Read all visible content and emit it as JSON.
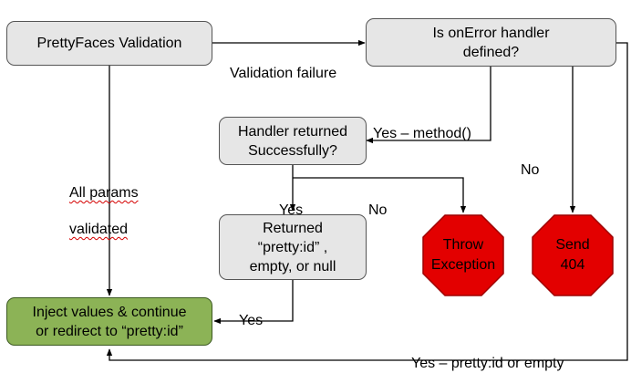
{
  "nodes": {
    "validation": "PrettyFaces Validation",
    "onerror_check": "Is onError handler\ndefined?",
    "handler_returned": "Handler returned\nSuccessfully?",
    "returned_value": "Returned\n“pretty:id” ,\nempty, or null",
    "inject": "Inject values & continue\nor redirect to “pretty:id”",
    "throw_exception": "Throw\nException",
    "send_404": "Send\n404"
  },
  "edge_labels": {
    "validation_failure": "Validation failure",
    "all_params_line1": "All params",
    "all_params_line2": "validated",
    "yes_method": "Yes – method()",
    "no_handler": "No",
    "yes_success": "Yes",
    "no_success": "No",
    "yes_returned": "Yes",
    "yes_prettyid": "Yes – pretty:id or empty"
  },
  "colors": {
    "process_fill": "#e6e6e6",
    "success_fill": "#8cb356",
    "stop_fill": "#e30000",
    "stop_border": "#9e0000",
    "line": "#000000"
  }
}
